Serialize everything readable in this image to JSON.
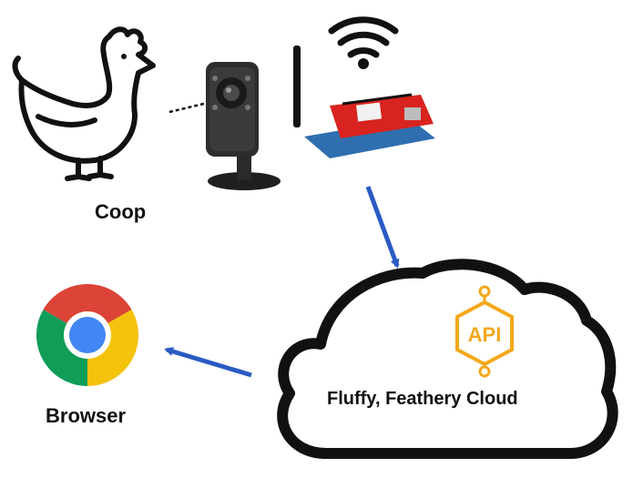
{
  "nodes": {
    "coop": {
      "label": "Coop"
    },
    "browser": {
      "label": "Browser"
    },
    "cloud": {
      "label": "Fluffy, Feathery Cloud",
      "badge": "API"
    }
  },
  "colors": {
    "arrow": "#2a5bc4",
    "api_badge": "#f3a81b",
    "outline": "#111111",
    "chrome_red": "#db4437",
    "chrome_green": "#0f9d58",
    "chrome_yellow": "#f4c20d",
    "chrome_blue": "#4285f4",
    "board_red": "#d8231f",
    "board_blue": "#2f6fb0"
  },
  "icons": [
    "chicken-icon",
    "webcam-icon",
    "wifi-icon",
    "arduino-board-icon",
    "cloud-icon",
    "api-icon",
    "chrome-icon"
  ]
}
